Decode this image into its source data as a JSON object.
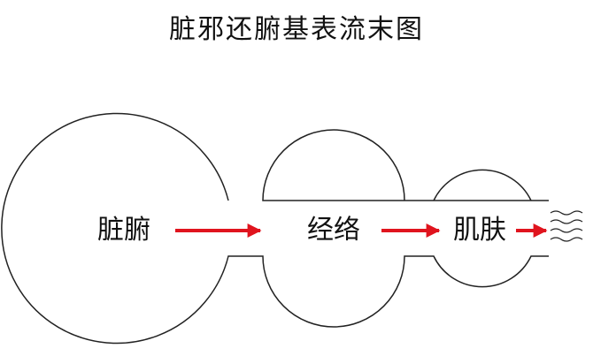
{
  "title": "脏邪还腑基表流末图",
  "nodes": [
    {
      "id": "zangfu",
      "label": "脏腑"
    },
    {
      "id": "jingluo",
      "label": "经络"
    },
    {
      "id": "jifu",
      "label": "肌肤"
    }
  ],
  "colors": {
    "stroke": "#222222",
    "arrow": "#e0141e",
    "text": "#111111"
  },
  "icons": {
    "exit": "wavy-lines-icon"
  }
}
